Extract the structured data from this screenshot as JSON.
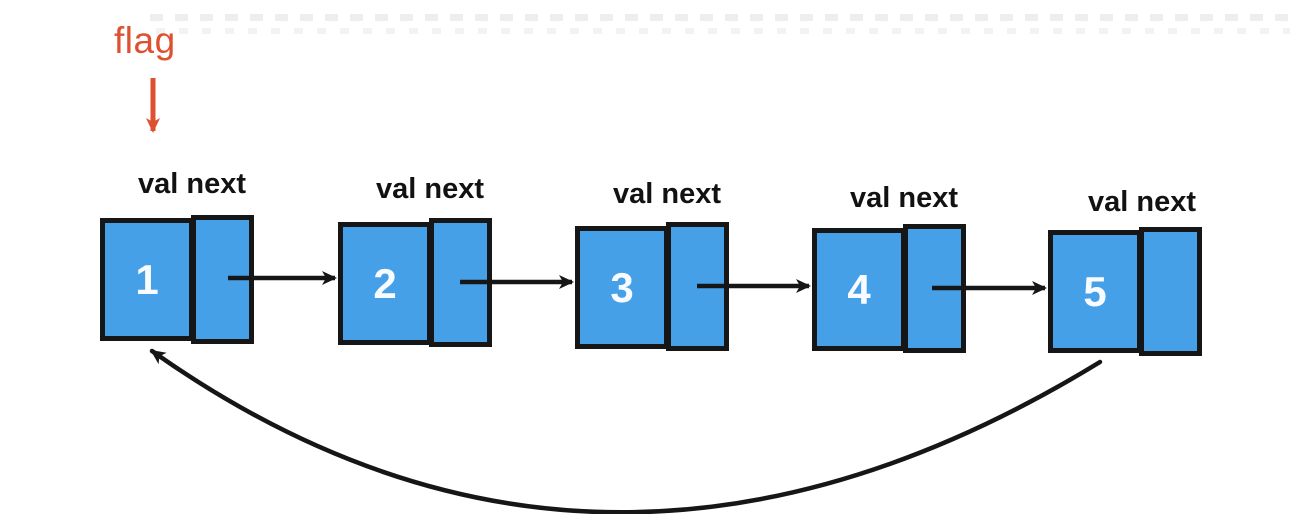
{
  "diagram": {
    "type": "singly-linked-list-with-cycle",
    "flag": {
      "label": "flag",
      "points_to_node": "1"
    },
    "field_label": "val next",
    "nodes": [
      {
        "value": "1"
      },
      {
        "value": "2"
      },
      {
        "value": "3"
      },
      {
        "value": "4"
      },
      {
        "value": "5"
      }
    ],
    "edges": [
      {
        "from": "1",
        "to": "2"
      },
      {
        "from": "2",
        "to": "3"
      },
      {
        "from": "3",
        "to": "4"
      },
      {
        "from": "4",
        "to": "5"
      },
      {
        "from": "5",
        "to": "1",
        "style": "curved-cycle-back"
      }
    ],
    "colors": {
      "node_fill": "#45a0e8",
      "node_border": "#161616",
      "arrow": "#161616",
      "flag": "#de5130",
      "value_text": "#f8fbff",
      "label_text": "#121212",
      "background": "#ffffff"
    }
  }
}
